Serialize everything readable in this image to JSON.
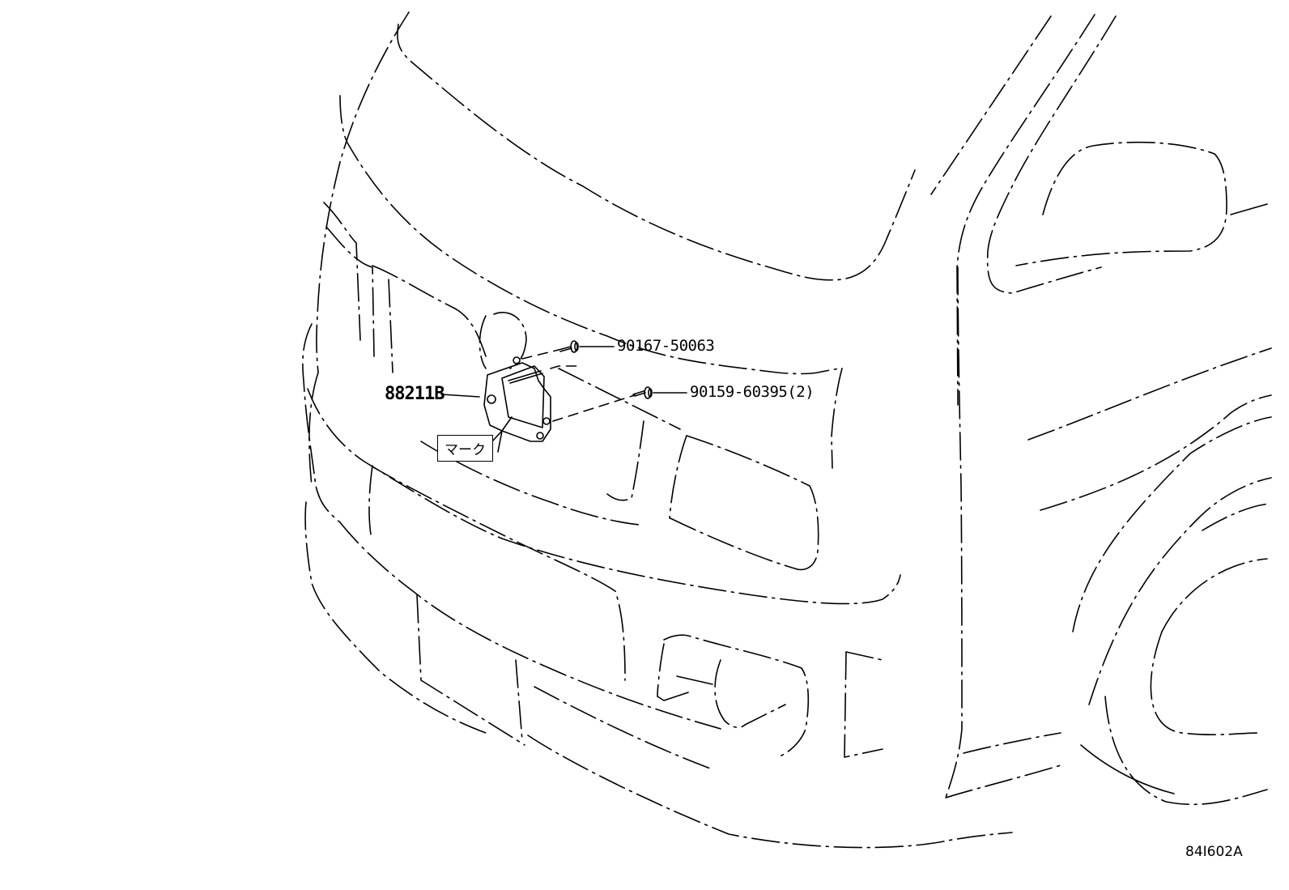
{
  "diagram": {
    "type": "parts-exploded-view",
    "subject": "vehicle front bumper/grille area with radar sensor bracket",
    "callouts": [
      {
        "id": "main-part",
        "label": "88211B",
        "target": "sensor-assembly"
      },
      {
        "id": "bolt-1",
        "label": "90167-50063",
        "target": "upper-bolt"
      },
      {
        "id": "bolt-2",
        "label": "90159-60395(2)",
        "target": "lower-bolt"
      }
    ],
    "mark_label": "マーク",
    "reference_code": "84I602A"
  }
}
